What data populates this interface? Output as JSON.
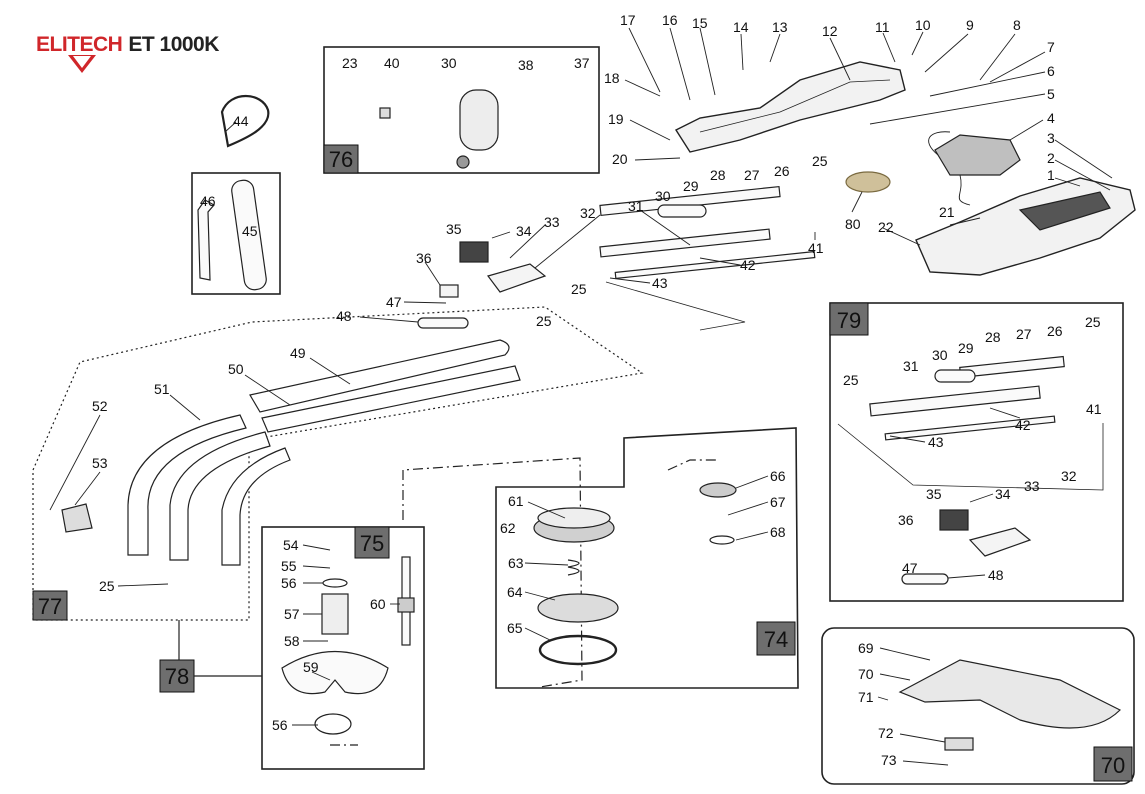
{
  "brand": {
    "logo": "ELITECH",
    "model": "ET 1000K",
    "accent": "#d0262a"
  },
  "parts": {
    "p1": "1",
    "p2": "2",
    "p3": "3",
    "p4": "4",
    "p5": "5",
    "p6": "6",
    "p7": "7",
    "p8": "8",
    "p9": "9",
    "p10": "10",
    "p11": "11",
    "p12": "12",
    "p13": "13",
    "p14": "14",
    "p15": "15",
    "p16": "16",
    "p17": "17",
    "p18": "18",
    "p19": "19",
    "p20": "20",
    "p21": "21",
    "p22": "22",
    "p23": "23",
    "p25": "25",
    "p26": "26",
    "p27": "27",
    "p28": "28",
    "p29": "29",
    "p30": "30",
    "p31": "31",
    "p32": "32",
    "p33": "33",
    "p34": "34",
    "p35": "35",
    "p36": "36",
    "p37": "37",
    "p38": "38",
    "p40": "40",
    "p41": "41",
    "p42": "42",
    "p43": "43",
    "p44": "44",
    "p45": "45",
    "p46": "46",
    "p47": "47",
    "p48": "48",
    "p49": "49",
    "p50": "50",
    "p51": "51",
    "p52": "52",
    "p53": "53",
    "p54": "54",
    "p55": "55",
    "p56": "56",
    "p57": "57",
    "p58": "58",
    "p59": "59",
    "p60": "60",
    "p61": "61",
    "p62": "62",
    "p63": "63",
    "p64": "64",
    "p65": "65",
    "p66": "66",
    "p67": "67",
    "p68": "68",
    "p69": "69",
    "p70": "70",
    "p71": "71",
    "p72": "72",
    "p73": "73",
    "p80": "80"
  },
  "groups": {
    "g70": "70",
    "g74": "74",
    "g75": "75",
    "g76": "76",
    "g77": "77",
    "g78": "78",
    "g79": "79"
  }
}
